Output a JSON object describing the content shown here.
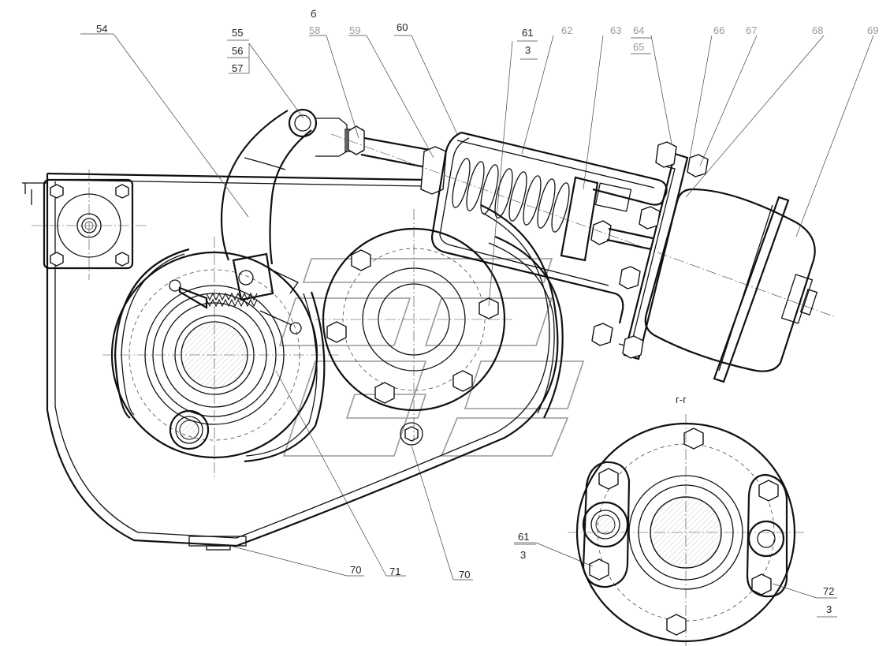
{
  "section_mark_b": "б",
  "section_title_gg": "г-г",
  "callouts": {
    "c54": "54",
    "c55": "55",
    "c56": "56",
    "c57": "57",
    "c58": "58",
    "c59": "59",
    "c60": "60",
    "c61": "61",
    "c61_qty": "3",
    "c62": "62",
    "c63": "63",
    "c64": "64",
    "c65": "65",
    "c66": "66",
    "c67": "67",
    "c68": "68",
    "c69": "69",
    "c70a": "70",
    "c71": "71",
    "c70b": "70",
    "c61b": "61",
    "c61b_qty": "3",
    "c72": "72",
    "c72_qty": "3"
  }
}
